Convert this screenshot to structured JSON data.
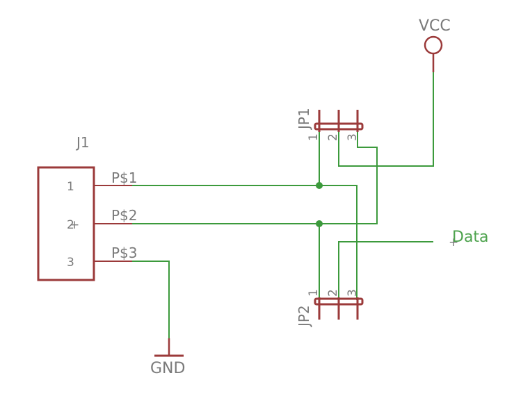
{
  "j1": {
    "ref": "J1",
    "pins": [
      "1",
      "2",
      "3"
    ],
    "pads": [
      "P$1",
      "P$2",
      "P$3"
    ]
  },
  "jp1": {
    "ref": "JP1",
    "pins": [
      "1",
      "2",
      "3"
    ]
  },
  "jp2": {
    "ref": "JP2",
    "pins": [
      "1",
      "2",
      "3"
    ]
  },
  "nets": {
    "vcc": "VCC",
    "gnd": "GND",
    "data": "Data"
  },
  "colors": {
    "symbol": "#9b3a3a",
    "wire": "#3c9a3c",
    "text": "#7a7a7a",
    "net_label": "#4ea34e"
  }
}
